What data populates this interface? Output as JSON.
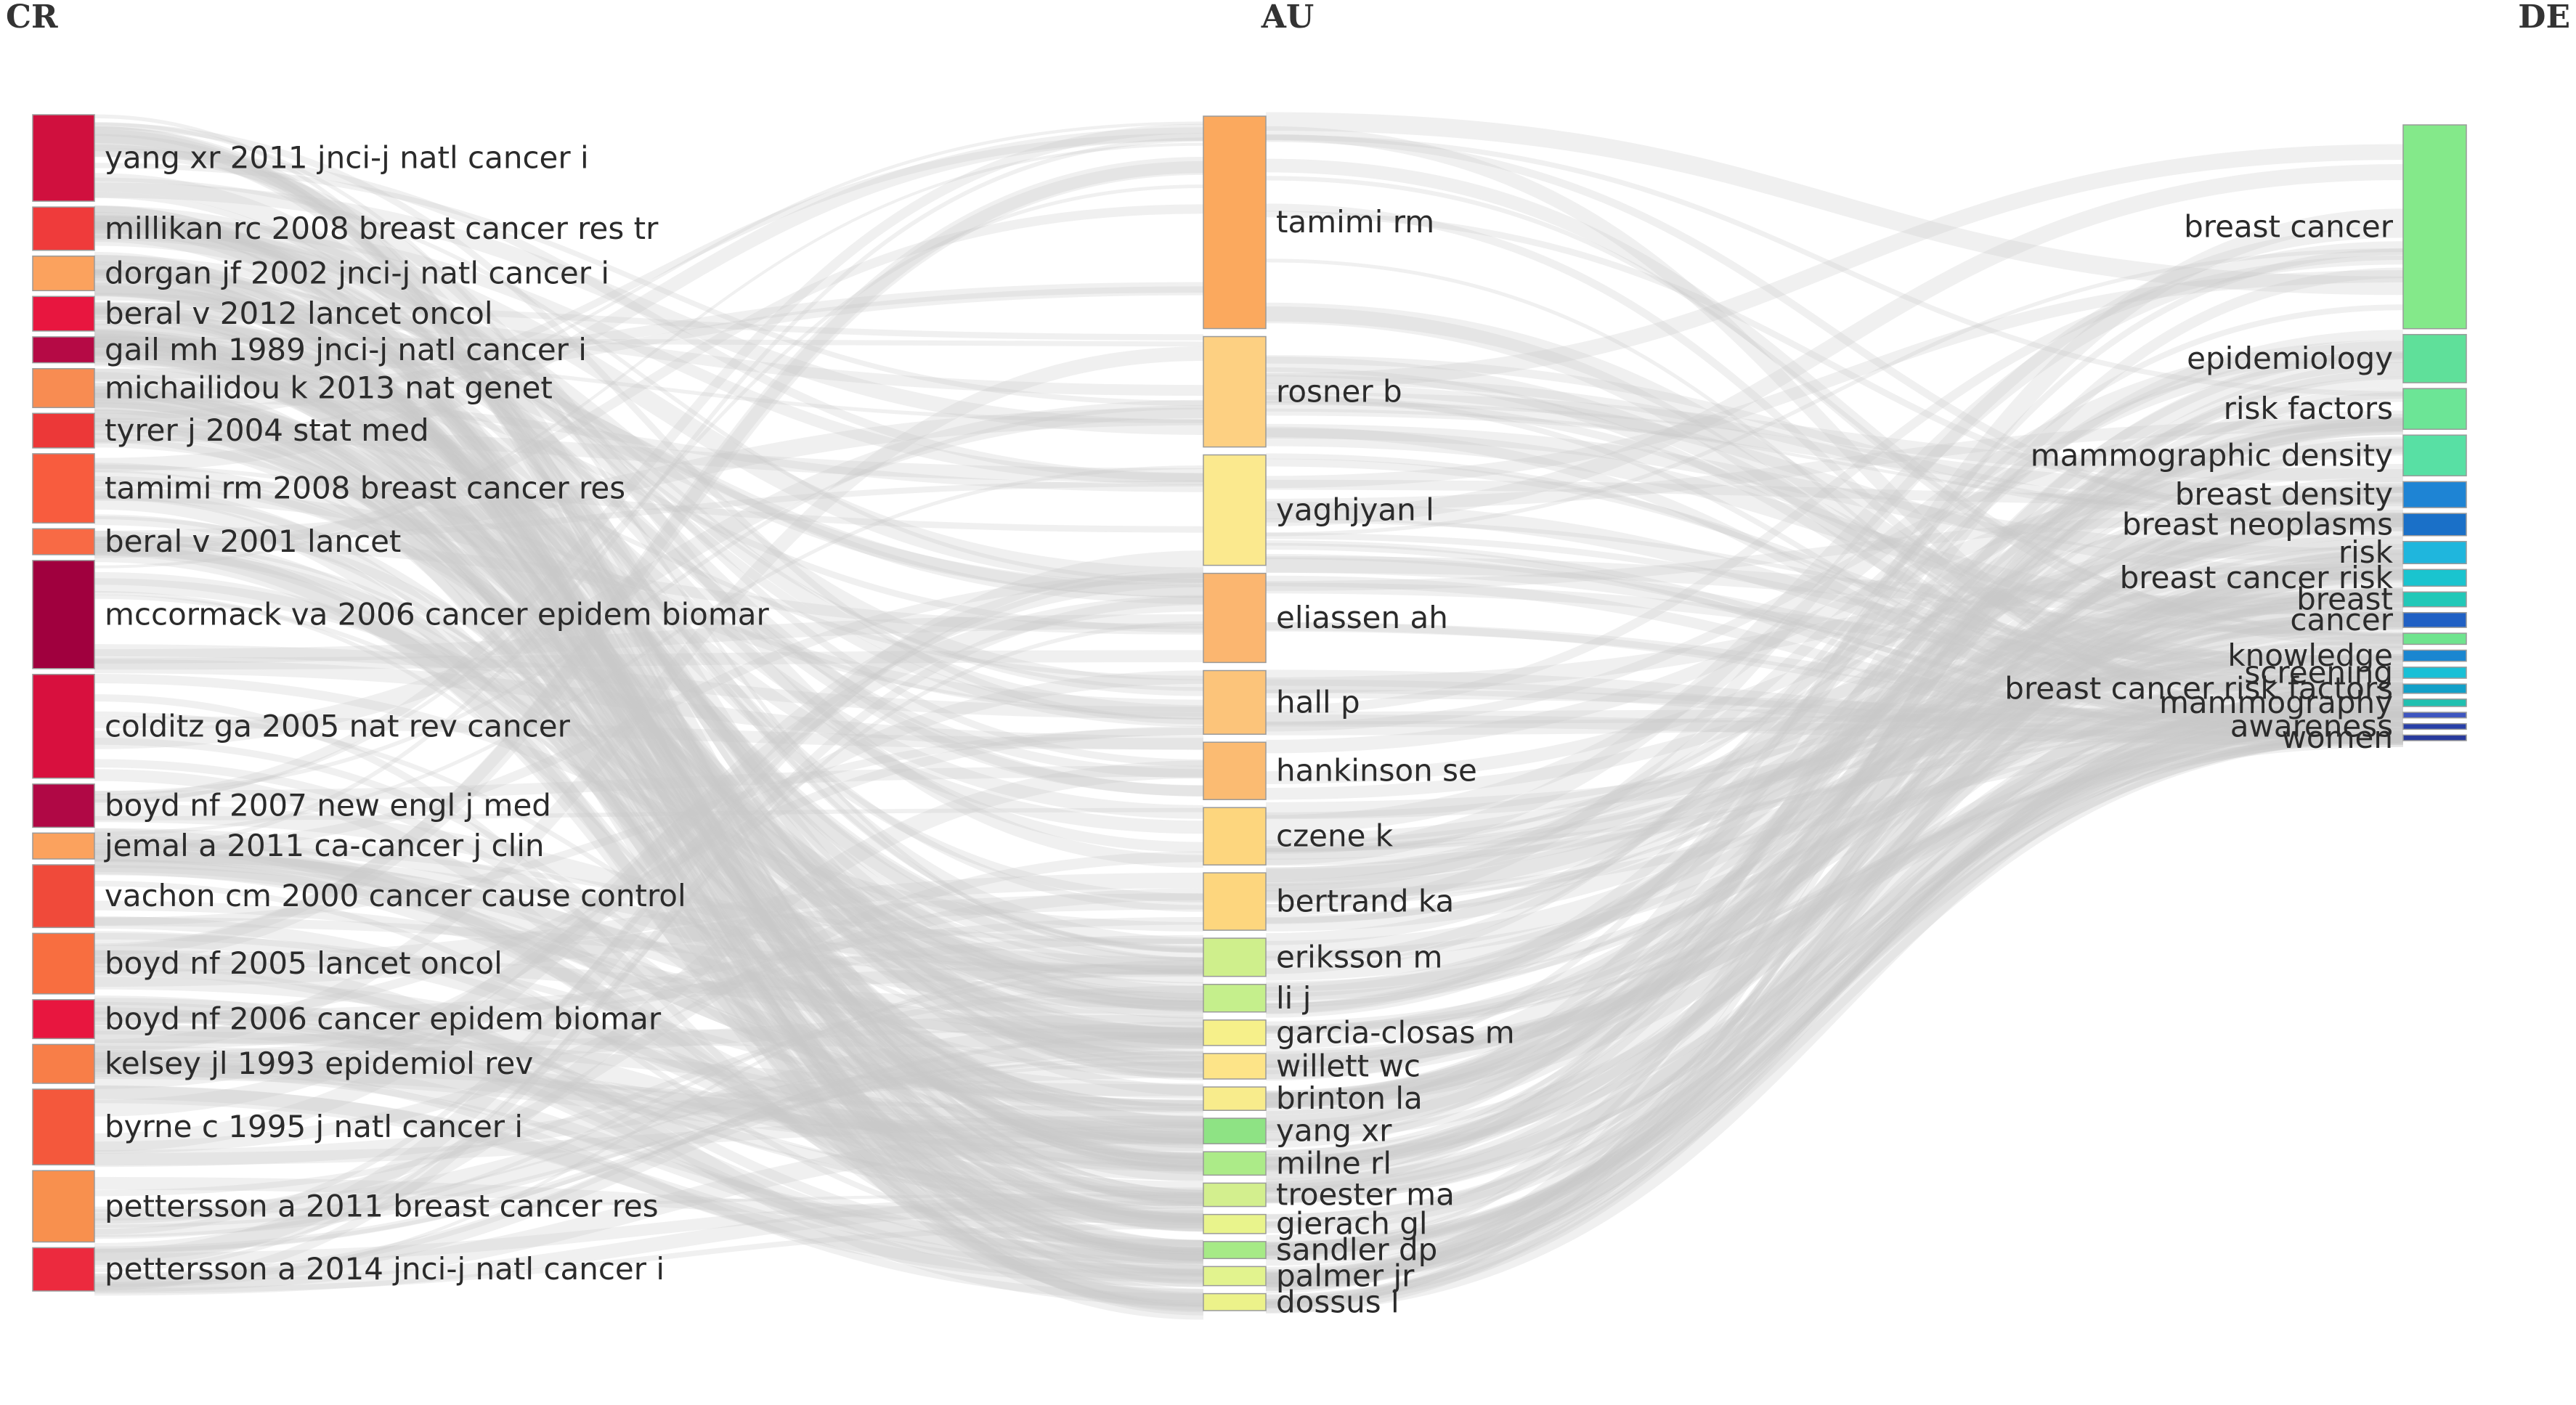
{
  "columns": [
    {
      "id": "CR",
      "title": "CR",
      "nodes": [
        {
          "label": "yang xr 2011 jnci-j natl cancer i",
          "color": "#d0103e",
          "weight": 4.0
        },
        {
          "label": "millikan rc 2008 breast cancer res tr",
          "color": "#ef3b3b",
          "weight": 2.0
        },
        {
          "label": "dorgan jf 2002 jnci-j natl cancer i",
          "color": "#fba25e",
          "weight": 1.6
        },
        {
          "label": "beral v 2012 lancet oncol",
          "color": "#e8163f",
          "weight": 1.6
        },
        {
          "label": "gail mh 1989 jnci-j natl cancer i",
          "color": "#b50a45",
          "weight": 1.2
        },
        {
          "label": "michailidou k 2013 nat genet",
          "color": "#f88c52",
          "weight": 1.8
        },
        {
          "label": "tyrer j 2004 stat med",
          "color": "#ec3838",
          "weight": 1.6
        },
        {
          "label": "tamimi rm 2008 breast cancer res",
          "color": "#f85c3e",
          "weight": 3.2
        },
        {
          "label": "beral v 2001 lancet",
          "color": "#f86a45",
          "weight": 1.2
        },
        {
          "label": "mccormack va 2006 cancer epidem biomar",
          "color": "#a0003e",
          "weight": 5.0
        },
        {
          "label": "colditz ga 2005 nat rev cancer",
          "color": "#d8103e",
          "weight": 4.8
        },
        {
          "label": "boyd nf 2007 new engl j med",
          "color": "#b00845",
          "weight": 2.0
        },
        {
          "label": "jemal a 2011 ca-cancer j clin",
          "color": "#fba25e",
          "weight": 1.2
        },
        {
          "label": "vachon cm 2000 cancer cause control",
          "color": "#f04a3a",
          "weight": 2.9
        },
        {
          "label": "boyd nf 2005 lancet oncol",
          "color": "#f86e40",
          "weight": 2.8
        },
        {
          "label": "boyd nf 2006 cancer epidem biomar",
          "color": "#e8163f",
          "weight": 1.8
        },
        {
          "label": "kelsey jl 1993 epidemiol rev",
          "color": "#f87e48",
          "weight": 1.8
        },
        {
          "label": "byrne c 1995 j natl cancer i",
          "color": "#f4583c",
          "weight": 3.5
        },
        {
          "label": "pettersson a 2011 breast cancer res",
          "color": "#f8904e",
          "weight": 3.3
        },
        {
          "label": "pettersson a 2014 jnci-j natl cancer i",
          "color": "#ec2a3e",
          "weight": 2.0
        }
      ]
    },
    {
      "id": "AU",
      "title": "AU",
      "nodes": [
        {
          "label": "tamimi rm",
          "color": "#fba95e",
          "weight": 10.0
        },
        {
          "label": "rosner b",
          "color": "#fdd082",
          "weight": 5.2
        },
        {
          "label": "yaghjyan l",
          "color": "#fbe98e",
          "weight": 5.2
        },
        {
          "label": "eliassen ah",
          "color": "#fbb670",
          "weight": 4.2
        },
        {
          "label": "hall p",
          "color": "#fcc47a",
          "weight": 3.0
        },
        {
          "label": "hankinson se",
          "color": "#fbbb72",
          "weight": 2.7
        },
        {
          "label": "czene k",
          "color": "#fdd67e",
          "weight": 2.7
        },
        {
          "label": "bertrand ka",
          "color": "#fdd67e",
          "weight": 2.7
        },
        {
          "label": "eriksson m",
          "color": "#cfef8c",
          "weight": 1.8
        },
        {
          "label": "li j",
          "color": "#c5ef8c",
          "weight": 1.3
        },
        {
          "label": "garcia-closas m",
          "color": "#f6f08a",
          "weight": 1.2
        },
        {
          "label": "willett wc",
          "color": "#fde488",
          "weight": 1.2
        },
        {
          "label": "brinton la",
          "color": "#f8ec8c",
          "weight": 1.1
        },
        {
          "label": "yang xr",
          "color": "#8ee384",
          "weight": 1.2
        },
        {
          "label": "milne rl",
          "color": "#aceb88",
          "weight": 1.1
        },
        {
          "label": "troester ma",
          "color": "#d3ef8e",
          "weight": 1.1
        },
        {
          "label": "gierach gl",
          "color": "#e9f48c",
          "weight": 0.9
        },
        {
          "label": "sandler dp",
          "color": "#a6ea86",
          "weight": 0.8
        },
        {
          "label": "palmer jr",
          "color": "#e2f38e",
          "weight": 0.9
        },
        {
          "label": "dossus l",
          "color": "#ecf28a",
          "weight": 0.8
        }
      ]
    },
    {
      "id": "DE",
      "title": "DE",
      "nodes": [
        {
          "label": "breast cancer",
          "color": "#84e98a",
          "weight": 11.0
        },
        {
          "label": "epidemiology",
          "color": "#5fe09a",
          "weight": 2.6
        },
        {
          "label": "risk factors",
          "color": "#6ce596",
          "weight": 2.2
        },
        {
          "label": "mammographic density",
          "color": "#58e0a4",
          "weight": 2.2
        },
        {
          "label": "breast density",
          "color": "#1e84d4",
          "weight": 1.4
        },
        {
          "label": "breast neoplasms",
          "color": "#1a70c8",
          "weight": 1.2
        },
        {
          "label": "risk",
          "color": "#1fb6dd",
          "weight": 1.2
        },
        {
          "label": "breast cancer risk",
          "color": "#1ac4cf",
          "weight": 0.9
        },
        {
          "label": "breast",
          "color": "#22c8b8",
          "weight": 0.8
        },
        {
          "label": "cancer",
          "color": "#2060c4",
          "weight": 0.8
        },
        {
          "label": "",
          "color": "#6fe48e",
          "weight": 0.6
        },
        {
          "label": "knowledge",
          "color": "#1a86d0",
          "weight": 0.6
        },
        {
          "label": "screening",
          "color": "#19c0d6",
          "weight": 0.6
        },
        {
          "label": "breast cancer risk factors",
          "color": "#12a0c8",
          "weight": 0.5
        },
        {
          "label": "mammography",
          "color": "#20c0b0",
          "weight": 0.4
        },
        {
          "label": "",
          "color": "#3f56c0",
          "weight": 0.3
        },
        {
          "label": "awareness",
          "color": "#2840a8",
          "weight": 0.3
        },
        {
          "label": "women",
          "color": "#283a9c",
          "weight": 0.3
        }
      ]
    }
  ]
}
